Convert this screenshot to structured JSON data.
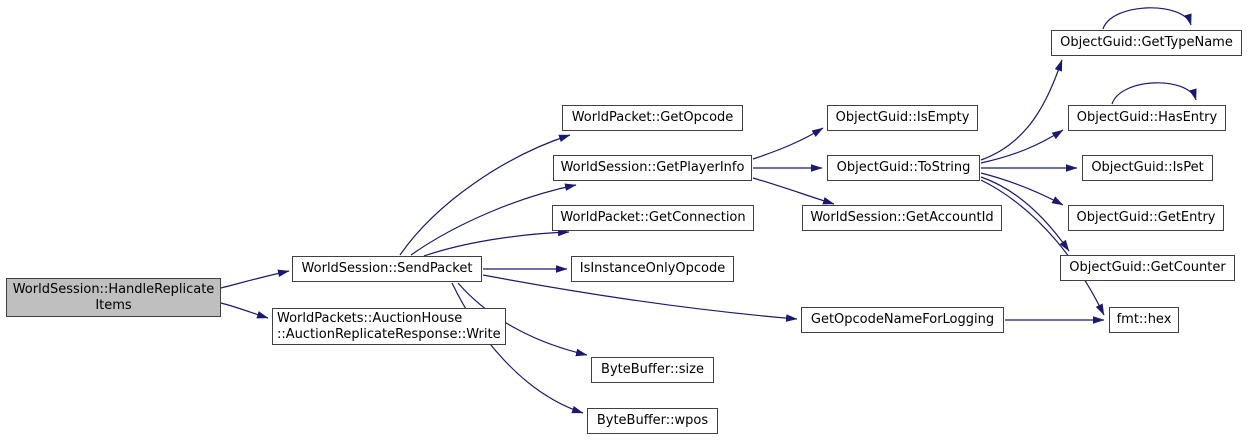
{
  "colors": {
    "edge": "#191970",
    "node_border": "#404040",
    "node_fill": "#ffffff",
    "root_fill": "#bfbfbf",
    "text": "#000000",
    "background": "#ffffff"
  },
  "nodes": {
    "handle_replicate_items": {
      "label": "WorldSession::HandleReplicate\nItems"
    },
    "send_packet": {
      "label": "WorldSession::SendPacket"
    },
    "auction_replicate_response_write": {
      "label": "WorldPackets::AuctionHouse\n::AuctionReplicateResponse::Write"
    },
    "get_opcode": {
      "label": "WorldPacket::GetOpcode"
    },
    "get_player_info": {
      "label": "WorldSession::GetPlayerInfo"
    },
    "get_connection": {
      "label": "WorldPacket::GetConnection"
    },
    "is_instance_only_opcode": {
      "label": "IsInstanceOnlyOpcode"
    },
    "byte_buffer_size": {
      "label": "ByteBuffer::size"
    },
    "byte_buffer_wpos": {
      "label": "ByteBuffer::wpos"
    },
    "is_empty": {
      "label": "ObjectGuid::IsEmpty"
    },
    "to_string": {
      "label": "ObjectGuid::ToString"
    },
    "get_account_id": {
      "label": "WorldSession::GetAccountId"
    },
    "get_opcode_name_for_logging": {
      "label": "GetOpcodeNameForLogging"
    },
    "get_type_name": {
      "label": "ObjectGuid::GetTypeName"
    },
    "has_entry": {
      "label": "ObjectGuid::HasEntry"
    },
    "is_pet": {
      "label": "ObjectGuid::IsPet"
    },
    "get_entry": {
      "label": "ObjectGuid::GetEntry"
    },
    "get_counter": {
      "label": "ObjectGuid::GetCounter"
    },
    "fmt_hex": {
      "label": "fmt::hex"
    }
  },
  "edges": [
    {
      "from": "handle_replicate_items",
      "to": "send_packet"
    },
    {
      "from": "handle_replicate_items",
      "to": "auction_replicate_response_write"
    },
    {
      "from": "send_packet",
      "to": "get_opcode"
    },
    {
      "from": "send_packet",
      "to": "get_player_info"
    },
    {
      "from": "send_packet",
      "to": "get_connection"
    },
    {
      "from": "send_packet",
      "to": "is_instance_only_opcode"
    },
    {
      "from": "send_packet",
      "to": "byte_buffer_size"
    },
    {
      "from": "send_packet",
      "to": "byte_buffer_wpos"
    },
    {
      "from": "send_packet",
      "to": "get_opcode_name_for_logging"
    },
    {
      "from": "get_player_info",
      "to": "is_empty"
    },
    {
      "from": "get_player_info",
      "to": "to_string"
    },
    {
      "from": "get_player_info",
      "to": "get_account_id"
    },
    {
      "from": "to_string",
      "to": "get_type_name"
    },
    {
      "from": "to_string",
      "to": "has_entry"
    },
    {
      "from": "to_string",
      "to": "is_pet"
    },
    {
      "from": "to_string",
      "to": "get_entry"
    },
    {
      "from": "to_string",
      "to": "get_counter"
    },
    {
      "from": "to_string",
      "to": "fmt_hex"
    },
    {
      "from": "get_opcode_name_for_logging",
      "to": "fmt_hex"
    },
    {
      "from": "get_type_name",
      "to": "get_type_name"
    },
    {
      "from": "has_entry",
      "to": "has_entry"
    }
  ]
}
